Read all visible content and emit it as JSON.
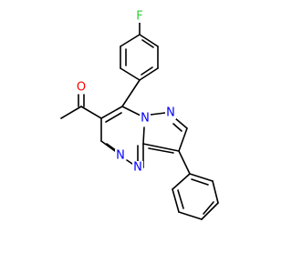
{
  "atoms": {
    "fluorine": {
      "text": "F",
      "color": "#33cc33"
    },
    "oxygen": {
      "text": "O",
      "color": "#ff0000"
    },
    "n_bridge": {
      "text": "N",
      "color": "#0000ff"
    },
    "n_pyrazole": {
      "text": "N",
      "color": "#0000ff"
    },
    "n_triazine_a": {
      "text": "N",
      "color": "#0000ff"
    },
    "n_triazine_b": {
      "text": "N",
      "color": "#0000ff"
    }
  },
  "bond_color": "#000000"
}
